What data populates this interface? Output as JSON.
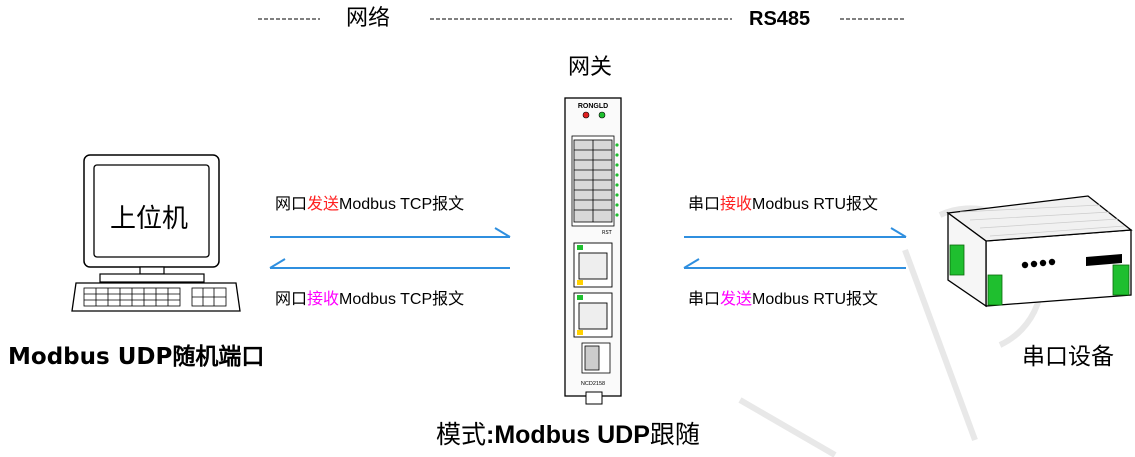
{
  "header": {
    "network_label": "网络",
    "rs485_label": "RS485"
  },
  "gateway": {
    "title": "网关",
    "brand": "RONGLD",
    "model": "NCD2158",
    "rst_label": "RST"
  },
  "computer": {
    "screen_label": "上位机",
    "caption": "Modbus UDP随机端口"
  },
  "device": {
    "caption": "串口设备"
  },
  "mode": {
    "prefix": "模式",
    "rest": ":Modbus UDP",
    "suffix": "跟随"
  },
  "links": {
    "net_send": {
      "pre": "网口",
      "verb": "发送",
      "proto": "Modbus TCP",
      "post": "报文"
    },
    "net_recv": {
      "pre": "网口",
      "verb": "接收",
      "proto": "Modbus TCP",
      "post": "报文"
    },
    "ser_recv": {
      "pre": "串口",
      "verb": "接收",
      "proto": "Modbus RTU",
      "post": "报文"
    },
    "ser_send": {
      "pre": "串口",
      "verb": "发送",
      "proto": "Modbus RTU",
      "post": "报文"
    }
  },
  "colors": {
    "arrow": "#2f8fdf",
    "red_verb": "#ff2020",
    "magenta_verb": "#ff00ff",
    "green": "#1fbf2f"
  }
}
